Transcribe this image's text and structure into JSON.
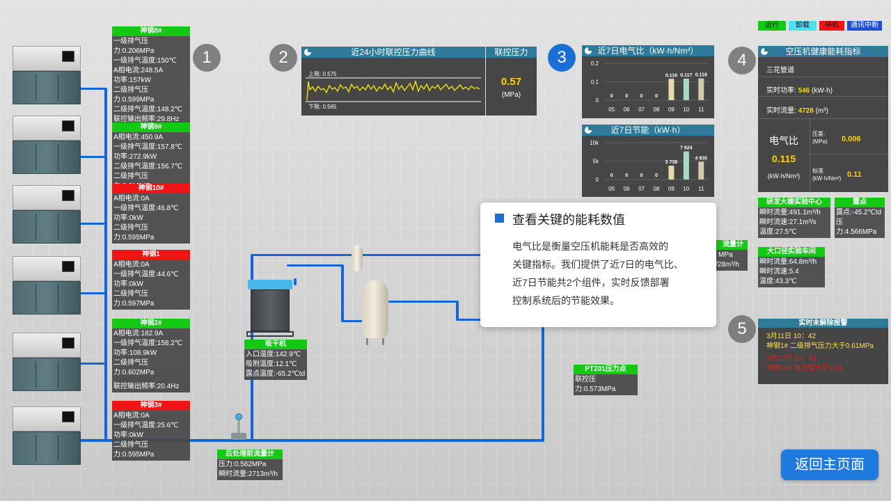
{
  "legend": [
    {
      "label": "运行",
      "color": "#13c913"
    },
    {
      "label": "卸载",
      "color": "#4fe0f0"
    },
    {
      "label": "停机",
      "color": "#f01414"
    },
    {
      "label": "通讯中断",
      "color": "#1a4fd6"
    }
  ],
  "steps": [
    "1",
    "2",
    "3",
    "4",
    "5"
  ],
  "compressors": [
    {
      "title": "神钢8#",
      "status": "run",
      "lines": [
        "一级排气压力:0.206MPa",
        "一级排气温度:150℃",
        "A相电流:248.5A",
        "功率:157kW",
        "二级排气压力:0.599MPa",
        "二级排气温度:148.2℃",
        "联控输出频率:29.8Hz"
      ]
    },
    {
      "title": "神钢9#",
      "status": "run",
      "lines": [
        "A相电流:450.9A",
        "一级排气温度:157.8℃",
        "功率:272.9kW",
        "二级排气温度:156.7℃",
        "二级排气压力:0.612MPa"
      ]
    },
    {
      "title": "神钢10#",
      "status": "stop",
      "lines": [
        "A相电流:0A",
        "一级排气温度:46.8℃",
        "功率:0kW",
        "二级排气压力:0.595MPa"
      ]
    },
    {
      "title": "神钢1",
      "status": "stop",
      "lines": [
        "A相电流:0A",
        "一级排气温度:44.6℃",
        "功率:0kW",
        "二级排气压力:0.597MPa"
      ]
    },
    {
      "title": "神钢2#",
      "status": "run",
      "lines": [
        "A相电流:182.9A",
        "一级排气温度:158.2℃",
        "功率:108.9kW",
        "二级排气压力:0.602MPa",
        "",
        "联控输出频率:20.4Hz"
      ]
    },
    {
      "title": "神钢3#",
      "status": "stop",
      "lines": [
        "A相电流:0A",
        "一级排气温度:25.6℃",
        "功率:0kW",
        "二级排气压力:0.595MPa"
      ]
    }
  ],
  "dryer": {
    "title": "吸干机",
    "lines": [
      "入口温度:142.9℃",
      "吸附温度:12.1℃",
      "露点温度:-65.2℃td"
    ]
  },
  "flowmeter": {
    "title": "后处理前流量计",
    "lines": [
      "压力:0.582MPa",
      "瞬时流量:2713m³/h"
    ]
  },
  "pt201": {
    "title": "PT201压力点",
    "line": "联控压力:0.573MPa"
  },
  "partial_box": {
    "line1": "MPa",
    "line2": "/28m³/h",
    "title_partial": "流量计"
  },
  "pressure_curve": {
    "title": "近24小时联控压力曲线",
    "upper_label": "上限:",
    "upper_value": "0.575",
    "lower_label": "下限:",
    "lower_value": "0.565",
    "side_title": "联控压力",
    "side_value": "0.57",
    "side_unit": "(MPa)"
  },
  "chart_data": [
    {
      "type": "bar",
      "title": "近7日电气比（kW·h/Nm³）",
      "categories": [
        "05",
        "06",
        "07",
        "08",
        "09",
        "10",
        "11"
      ],
      "values": [
        0,
        0,
        0,
        0,
        0.116,
        0.117,
        0.118
      ],
      "value_labels": [
        "0",
        "0",
        "0",
        "0",
        "0.116",
        "0.117",
        "0.118"
      ],
      "yticks": [
        "0.2",
        "0.1",
        "0"
      ],
      "ylim": [
        0,
        0.2
      ],
      "colors": [
        "#e6dcaa",
        "#a8d8c6",
        "#cfc9b0"
      ]
    },
    {
      "type": "bar",
      "title": "近7日节能（kW·h）",
      "categories": [
        "05",
        "06",
        "07",
        "08",
        "09",
        "10",
        "11"
      ],
      "values": [
        0,
        0,
        0,
        0,
        3738,
        7624,
        4835
      ],
      "value_labels": [
        "0",
        "0",
        "0",
        "0",
        "3 738",
        "7 624",
        "4 835"
      ],
      "yticks": [
        "10k",
        "5k",
        "0"
      ],
      "ylim": [
        0,
        10000
      ],
      "colors": [
        "#e6dcaa",
        "#a8d8c6",
        "#cfc9b0"
      ]
    }
  ],
  "health": {
    "title": "空压机健康能耗指标",
    "name": "三花管道",
    "power_label": "实时功率:",
    "power_value": "546",
    "power_unit": "(kW·h)",
    "flow_label": "实时流量:",
    "flow_value": "4728",
    "flow_unit": "(m³)",
    "ratio_label": "电气比",
    "ratio_value": "0.115",
    "ratio_unit": "(kW·h/Nm³)",
    "diff_label": "压差:",
    "diff_unit": "(MPa)",
    "diff_value": "0.006",
    "std_label": "标准",
    "std_unit": "(kW·h/Nm³)",
    "std_value": "0.11"
  },
  "rd_center": {
    "title": "研发大楼实验中心",
    "lines": [
      "瞬时流量:491.1m³/h",
      "瞬时流速:27.1m³/s",
      "温度:27.5℃"
    ]
  },
  "dewpoint": {
    "title": "露点",
    "lines": [
      "露点:-45.2℃td",
      "压力:4.566MPa"
    ]
  },
  "lab": {
    "title": "大口径实验车间",
    "lines": [
      "瞬时流量:64.8m³/h",
      "瞬时流速:5.4",
      "温度:43.3℃"
    ]
  },
  "alarms": {
    "title": "实时未解除报警",
    "items": [
      {
        "time": "3月11日 10：42",
        "text": "神钢1# 二级排气压力大于0.61MPa",
        "color": "#ffe14a"
      },
      {
        "time": "3月12日 15：43",
        "text": "神钢10# 电流值大于50%",
        "color": "#e02020"
      }
    ]
  },
  "tooltip": {
    "title": "查看关键的能耗数值",
    "lines": [
      "电气比是衡量空压机能耗是否高效的",
      "关键指标。我们提供了近7日的电气比、",
      "近7日节能共2个组件，实时反馈部署",
      "控制系统后的节能效果。"
    ]
  },
  "back_button": "返回主页面"
}
